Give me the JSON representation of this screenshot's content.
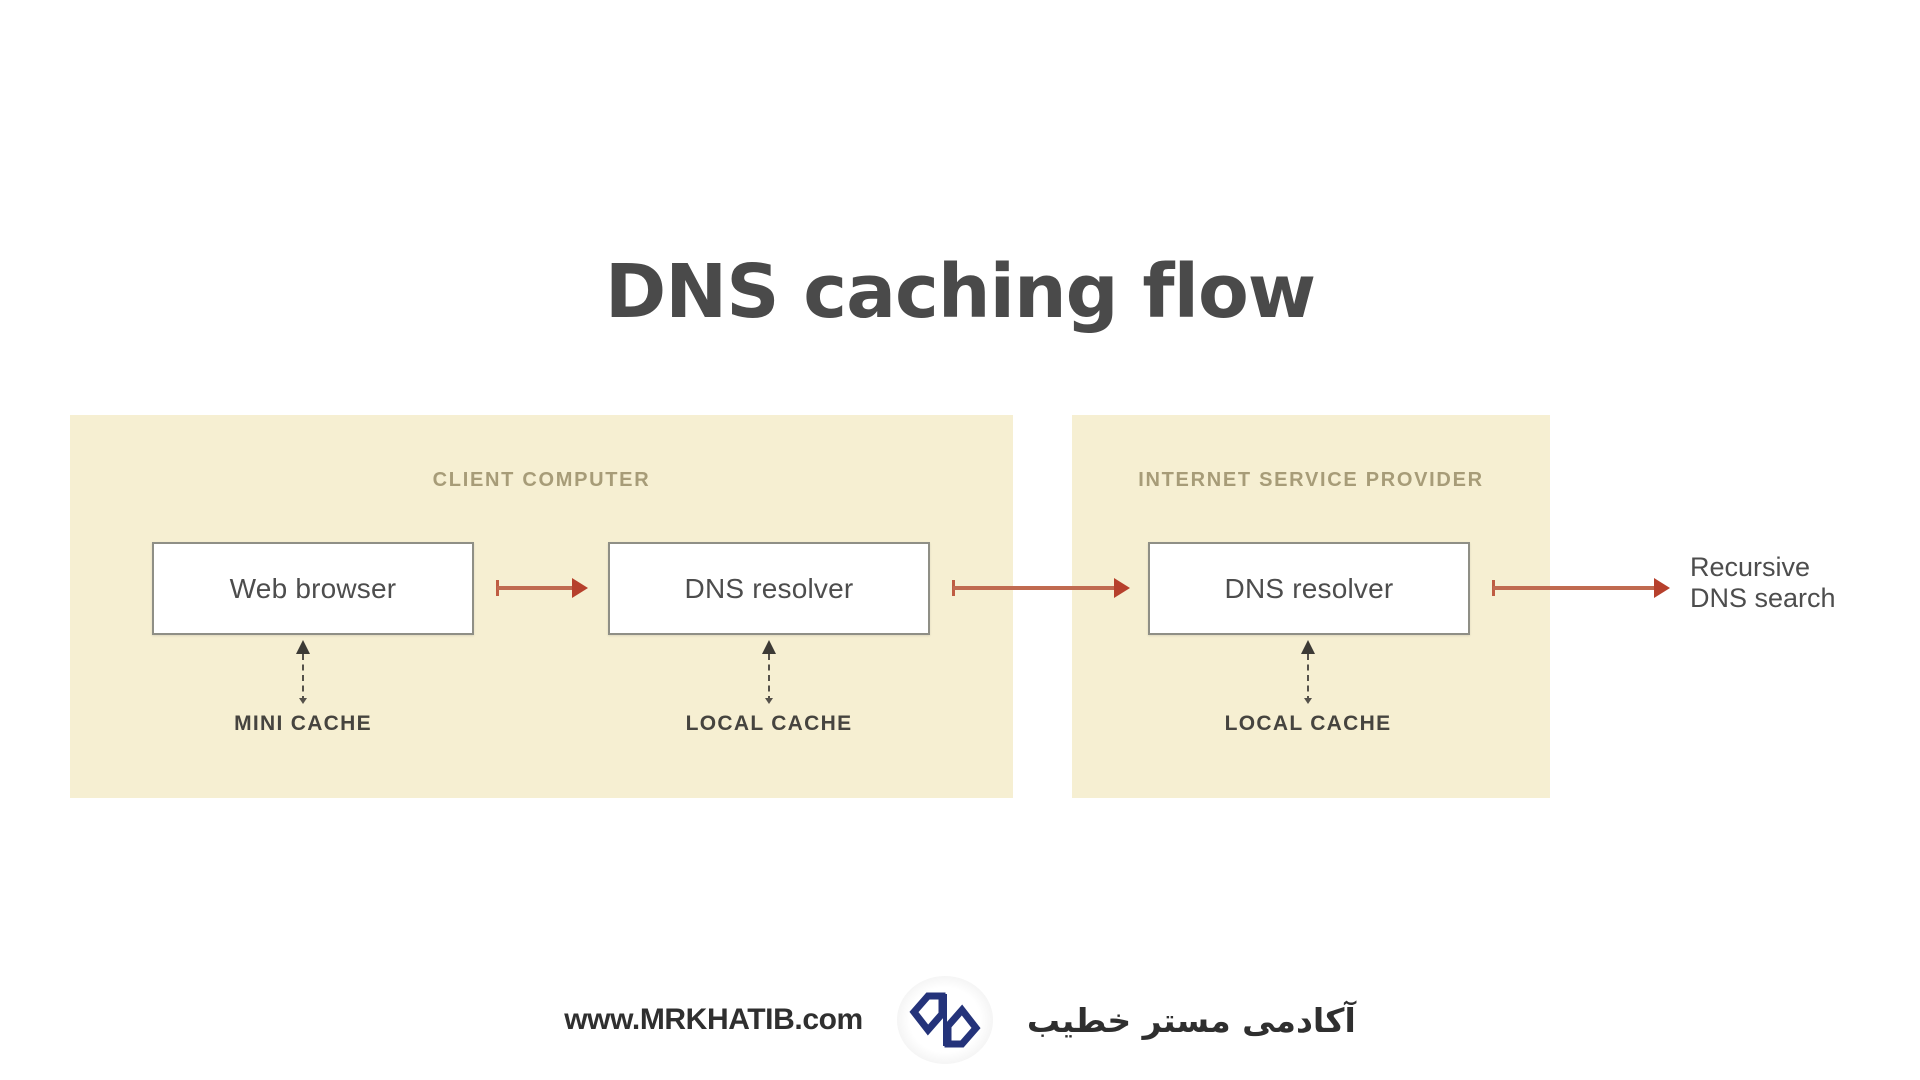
{
  "title": "DNS caching flow",
  "panels": [
    {
      "id": "client",
      "title": "CLIENT COMPUTER"
    },
    {
      "id": "isp",
      "title": "INTERNET SERVICE PROVIDER"
    }
  ],
  "nodes": [
    {
      "id": "web-browser",
      "label": "Web browser"
    },
    {
      "id": "resolver-local",
      "label": "DNS resolver"
    },
    {
      "id": "resolver-isp",
      "label": "DNS resolver"
    }
  ],
  "caches": [
    {
      "id": "mini",
      "label": "MINI CACHE"
    },
    {
      "id": "local-client",
      "label": "LOCAL CACHE"
    },
    {
      "id": "local-isp",
      "label": "LOCAL CACHE"
    }
  ],
  "end_label": {
    "line1": "Recursive",
    "line2": "DNS search"
  },
  "footer": {
    "site": "www.MRKHATIB.com",
    "brand_fa": "آکادمی مستر خطیب",
    "logo_name": "mrkhatib-logo"
  },
  "colors": {
    "panel_bg": "#f6efd2",
    "panel_title": "#a79c78",
    "arrow": "#b6402c",
    "title_text": "#4a4a4a",
    "node_border": "#8f8f86",
    "logo_navy": "#24337a"
  }
}
